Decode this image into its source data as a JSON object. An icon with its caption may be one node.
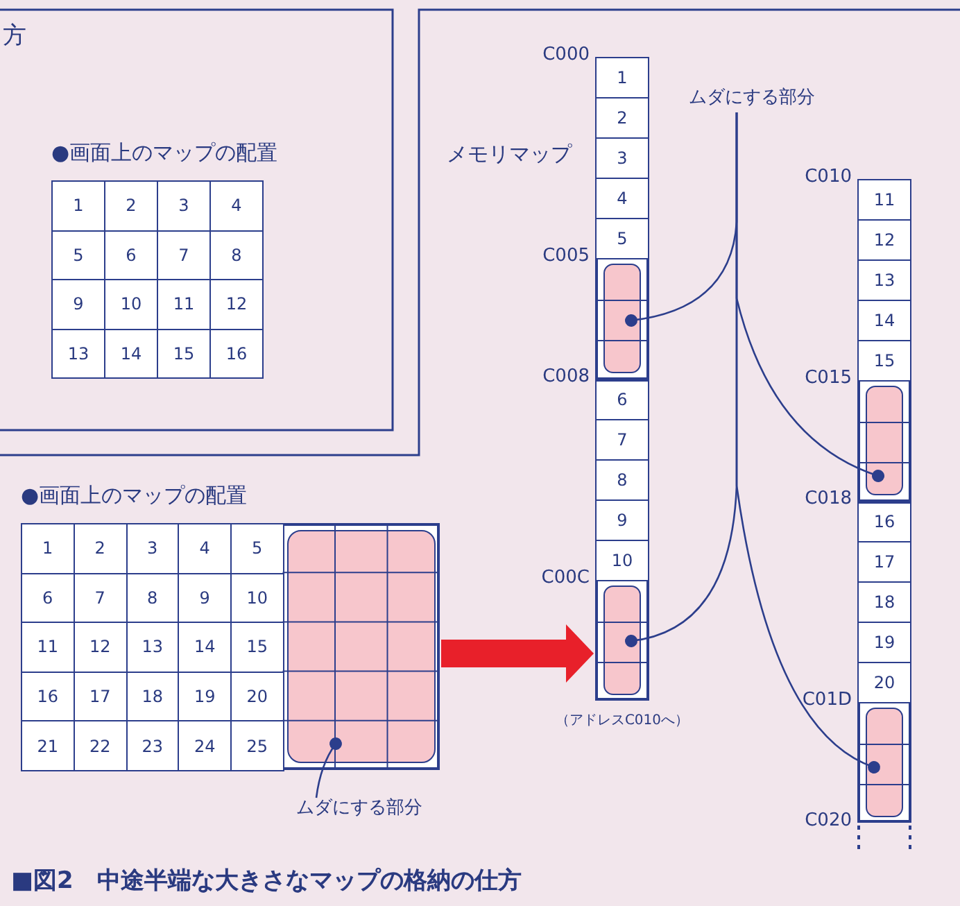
{
  "diagram": {
    "caption": "■図2　中途半端な大きさなマップの格納の仕方",
    "nodes": [
      {
        "text": [
          "●画面上のマップの配置",
          "1",
          "2",
          "3",
          "4",
          "5",
          "6",
          "7",
          "8",
          "9",
          "10",
          "11",
          "12",
          "13",
          "14",
          "15",
          "16"
        ]
      },
      {
        "text": [
          "●画面上のマップの配置",
          "1",
          "2",
          "3",
          "4",
          "5",
          "6",
          "7",
          "8",
          "9",
          "10",
          "11",
          "12",
          "13",
          "14",
          "15",
          "16",
          "17",
          "18",
          "19",
          "20",
          "21",
          "22",
          "23",
          "24",
          "25"
        ]
      },
      {
        "text": [],
        "shape": "box",
        "in": 1
      },
      {
        "text": [
          "ムダにする部分"
        ]
      },
      {
        "text": [
          "ムダにする部分"
        ]
      },
      {
        "text": [
          "1",
          "2",
          "3",
          "4",
          "5",
          "6",
          "7",
          "8",
          "9",
          "10"
        ],
        "beside": [
          "C000",
          "C005",
          "C008",
          "C00C",
          "（アドレスC010へ）"
        ]
      },
      {
        "text": [],
        "shape": "box",
        "in": 5
      },
      {
        "text": [],
        "shape": "box",
        "in": 5
      },
      {
        "text": [
          "11",
          "12",
          "13",
          "14",
          "15",
          "16",
          "17",
          "18",
          "19",
          "20"
        ],
        "beside": [
          "C010",
          "C015",
          "C018",
          "C01D",
          "C020"
        ]
      },
      {
        "text": [],
        "shape": "box",
        "in": 8
      },
      {
        "text": [],
        "shape": "box",
        "in": 8
      }
    ],
    "edges": [
      {
        "from": 1,
        "to": 5,
        "arrow": "to",
        "style": "thick",
        "color": "#e8202a"
      },
      {
        "from": 3,
        "to": 2,
        "arrow": "other"
      },
      {
        "from": 4,
        "to": 6,
        "arrow": "other"
      },
      {
        "from": 4,
        "to": 9,
        "arrow": "other"
      },
      {
        "from": 4,
        "to": 7,
        "arrow": "other"
      },
      {
        "from": 4,
        "to": 10,
        "arrow": "other"
      }
    ],
    "labels": [
      "方",
      "メモリマップ"
    ]
  }
}
